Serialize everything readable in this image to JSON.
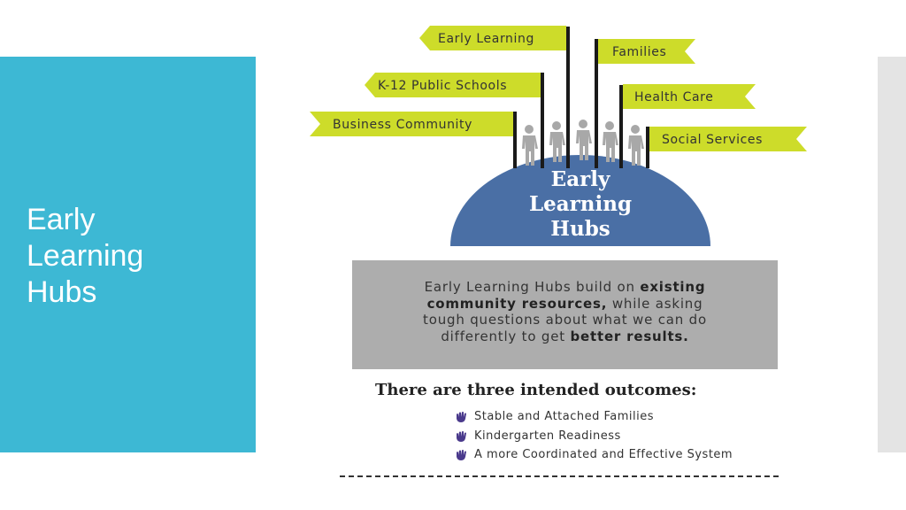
{
  "slide": {
    "title_lines": [
      "Early",
      "Learning",
      "Hubs"
    ],
    "colors": {
      "side_panel": "#3db8d4",
      "flag": "#cddc2a",
      "dome": "#4a6fa5",
      "box": "#adadad",
      "bullet": "#4a3a8c"
    }
  },
  "infographic": {
    "flags": {
      "early_learning": "Early Learning",
      "families": "Families",
      "k12": "K-12 Public Schools",
      "health_care": "Health Care",
      "business": "Business Community",
      "social_services": "Social Services"
    },
    "dome_lines": [
      "Early",
      "Learning",
      "Hubs"
    ],
    "description": {
      "line1_normal": "Early Learning Hubs build on ",
      "line1_bold": "existing",
      "line2_bold": "community resources,",
      "line2_normal": " while asking",
      "line3": "tough questions about what we can do",
      "line4_normal": "differently to get ",
      "line4_bold": "better results."
    },
    "outcomes_heading": "There are three intended outcomes:",
    "outcomes": [
      "Stable and Attached Families",
      "Kindergarten Readiness",
      "A more Coordinated and Effective System"
    ],
    "bullet_icon": "hand-icon",
    "people_icon": "people-group-icon"
  }
}
